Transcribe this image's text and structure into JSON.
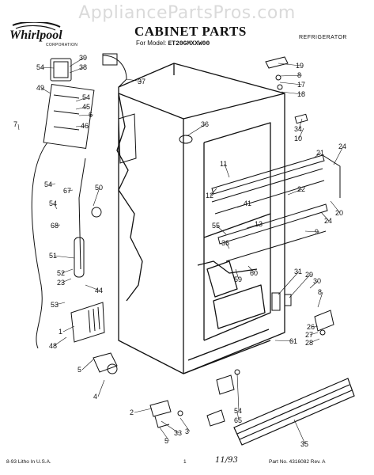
{
  "header": {
    "watermark": "AppliancePartsPros.com",
    "brand": "Whirlpool",
    "brand_sub": "CORPORATION",
    "title": "CABINET PARTS",
    "model_label": "For Model:",
    "model_number": "ET20GMXXW00",
    "category": "REFRIGERATOR"
  },
  "footer": {
    "left": "8-93 Litho In U.S.A.",
    "page": "1",
    "handwritten_date": "11/93",
    "part_no": "Part No. 4316082 Rev. A"
  },
  "callouts": [
    "54",
    "39",
    "38",
    "49",
    "7",
    "45",
    "6",
    "46",
    "37",
    "54",
    "36",
    "19",
    "8",
    "17",
    "18",
    "34",
    "10",
    "11",
    "12",
    "21",
    "24",
    "22",
    "20",
    "24",
    "41",
    "13",
    "9",
    "55",
    "36",
    "60",
    "59",
    "1",
    "54",
    "67",
    "50",
    "54",
    "68",
    "51",
    "52",
    "23",
    "53",
    "48",
    "44",
    "31",
    "29",
    "30",
    "8",
    "26",
    "27",
    "28",
    "5",
    "4",
    "54",
    "65",
    "2",
    "33",
    "3",
    "5",
    "35",
    "61"
  ]
}
